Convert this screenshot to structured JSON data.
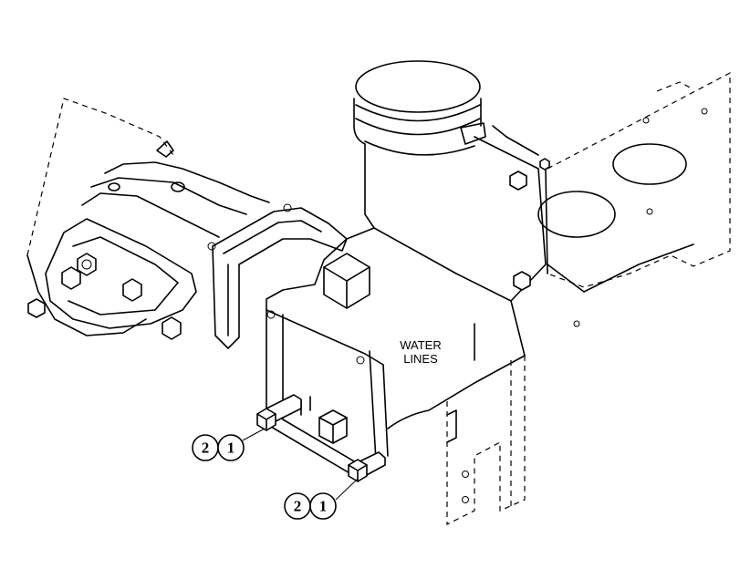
{
  "labels": {
    "water_line1": "WATER",
    "water_line2": "LINES"
  },
  "callouts": [
    {
      "item": "2",
      "qty": "1"
    },
    {
      "item": "2",
      "qty": "1"
    }
  ]
}
